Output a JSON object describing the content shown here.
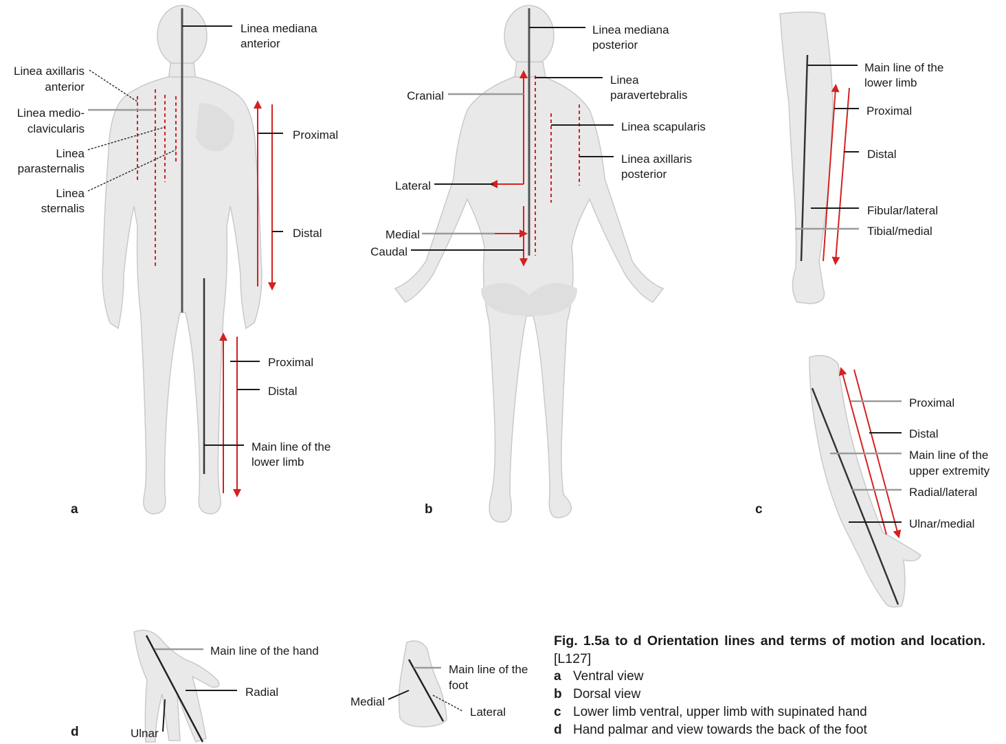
{
  "panel_a": {
    "letter": "a",
    "labels": {
      "linea_mediana_anterior": [
        "Linea mediana",
        "anterior"
      ],
      "linea_axillaris_anterior": [
        "Linea axillaris",
        "anterior"
      ],
      "linea_medioclavicularis": [
        "Linea medio-",
        "clavicularis"
      ],
      "linea_parasternalis": [
        "Linea",
        "parasternalis"
      ],
      "linea_sternalis": [
        "Linea",
        "sternalis"
      ],
      "proximal_trunk": "Proximal",
      "distal_trunk": "Distal",
      "proximal_leg": "Proximal",
      "distal_leg": "Distal",
      "main_line_lower_limb": [
        "Main line of the",
        "lower limb"
      ]
    }
  },
  "panel_b": {
    "letter": "b",
    "labels": {
      "linea_mediana_posterior": [
        "Linea mediana",
        "posterior"
      ],
      "linea_paravertebralis": [
        "Linea",
        "paravertebralis"
      ],
      "cranial": "Cranial",
      "linea_scapularis": "Linea scapularis",
      "linea_axillaris_posterior": [
        "Linea axillaris",
        "posterior"
      ],
      "lateral": "Lateral",
      "medial": "Medial",
      "caudal": "Caudal"
    }
  },
  "panel_c_leg": {
    "letter": "c",
    "labels": {
      "main_line_lower_limb": [
        "Main line of the",
        "lower limb"
      ],
      "proximal": "Proximal",
      "distal": "Distal",
      "fibular_lateral": "Fibular/lateral",
      "tibial_medial": "Tibial/medial"
    }
  },
  "panel_c_arm": {
    "labels": {
      "proximal": "Proximal",
      "distal": "Distal",
      "main_line_upper_extremity": [
        "Main line of the",
        "upper extremity"
      ],
      "radial_lateral": "Radial/lateral",
      "ulnar_medial": "Ulnar/medial"
    }
  },
  "panel_d_hand": {
    "letter": "d",
    "labels": {
      "main_line_hand": "Main line of the hand",
      "radial": "Radial",
      "ulnar": "Ulnar"
    }
  },
  "panel_d_foot": {
    "labels": {
      "main_line_foot": [
        "Main line of the",
        "foot"
      ],
      "medial": "Medial",
      "lateral": "Lateral"
    }
  },
  "caption": {
    "title": "Fig. 1.5a to d  Orientation lines and terms of motion and location.",
    "reference": "[L127]",
    "items": [
      {
        "key": "a",
        "text": "Ventral view"
      },
      {
        "key": "b",
        "text": "Dorsal view"
      },
      {
        "key": "c",
        "text": "Lower limb ventral, upper limb with supinated hand"
      },
      {
        "key": "d",
        "text": "Hand palmar and view towards the back of the foot"
      }
    ]
  },
  "colors": {
    "skin": "#e9e9e9",
    "direction_arrows": "#d42020",
    "leader_lines": "#1a1a1a",
    "main_axis": "#555555"
  }
}
